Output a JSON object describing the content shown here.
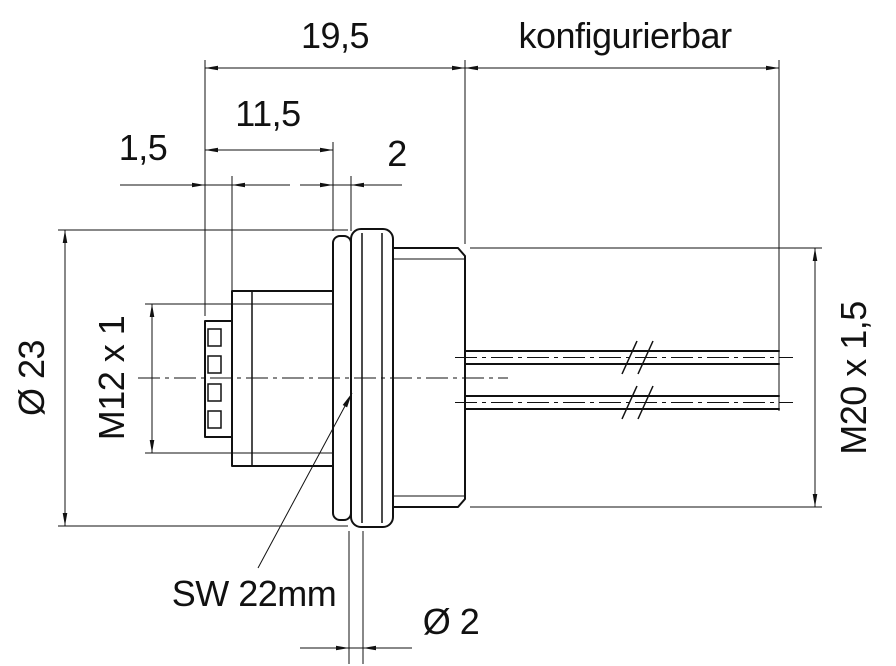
{
  "drawing": {
    "background": "#ffffff",
    "line_color": "#111111",
    "dimensions": {
      "overall_top": "19,5",
      "configurable": "konfigurierbar",
      "body_length": "11,5",
      "washer_thickness": "1,5",
      "gasket_thickness": "2",
      "flange_diameter": "Ø 23",
      "front_thread": "M12 x 1",
      "mount_thread": "M20 x 1,5",
      "wrench_size": "SW 22mm",
      "wire_diameter": "Ø 2"
    }
  }
}
